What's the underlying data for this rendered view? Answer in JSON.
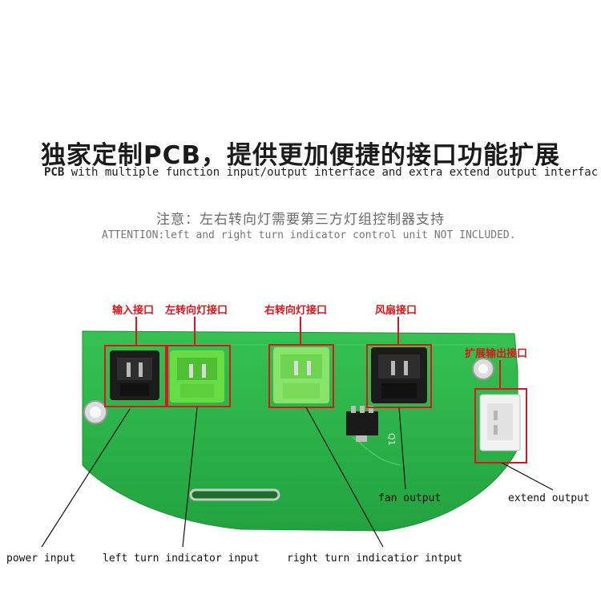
{
  "header": {
    "title_cn": "独家定制PCB，提供更加便捷的接口功能扩展",
    "title_en_prefix": "PCB",
    "title_en_rest": " with multiple function input/output interface and extra extend output interfac"
  },
  "note": {
    "cn": "注意：左右转向灯需要第三方灯组控制器支持",
    "en": "ATTENTION:left and right turn indicator control unit NOT INCLUDED."
  },
  "cn_labels": {
    "input_port": "输入接口",
    "left_turn_port": "左转向灯接口",
    "right_turn_port": "右转向灯接口",
    "fan_port": "风扇接口",
    "extend_port": "扩展输出接口"
  },
  "en_labels": {
    "power_input": "power input",
    "left_turn": "left turn indicator input",
    "right_turn": "right turn indicatior intput",
    "fan_output": "fan output",
    "extend_output": "extend output"
  },
  "board": {
    "silkscreen_text": "Q1",
    "colors": {
      "pcb": "#2db84b",
      "connector_black": "#1c1c1c",
      "connector_green": "#66dd44",
      "connector_white": "#f2f2f2",
      "highlight_red": "#e0141a"
    }
  }
}
